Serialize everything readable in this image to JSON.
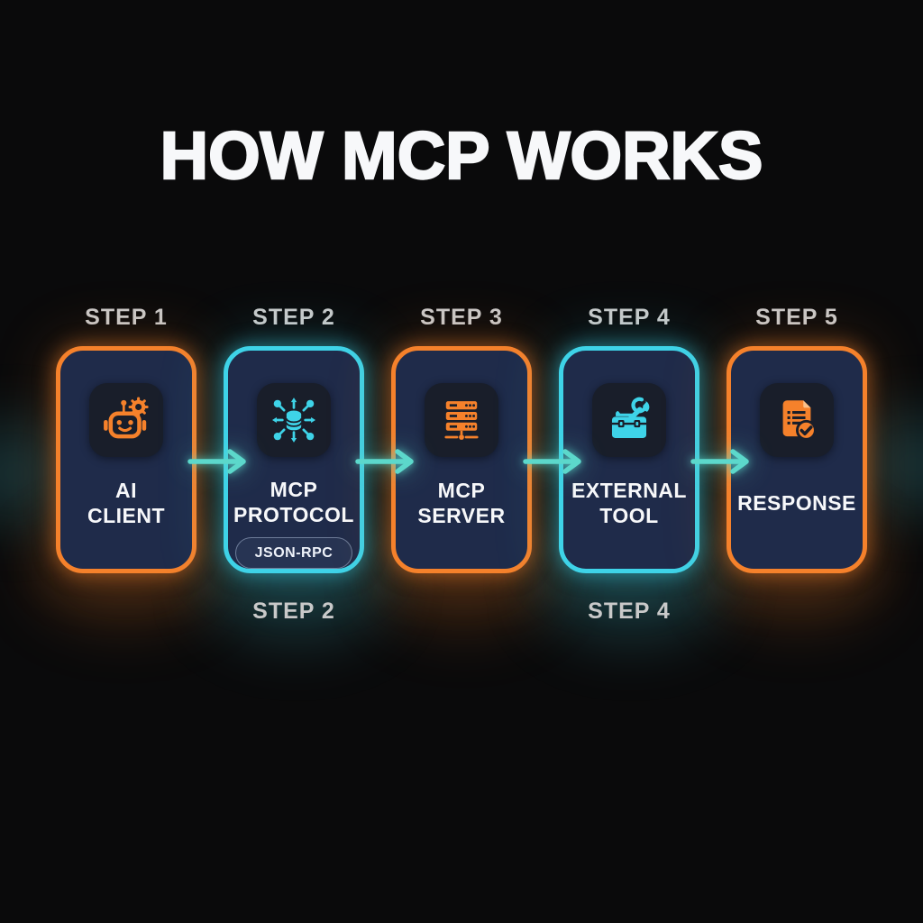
{
  "title": "HOW MCP WORKS",
  "colors": {
    "background": "#0A0A0B",
    "card_background": "#1F2B4A",
    "icon_tile_background": "#191E2A",
    "orange_accent": "#F5812B",
    "cyan_accent": "#3ED3E8",
    "arrow": "#5CD8CB",
    "step_label": "#C9C9C9",
    "text": "#F7F8FA"
  },
  "steps": [
    {
      "top_label": "STEP 1",
      "accent": "orange",
      "icon": "robot-icon",
      "name_line1": "AI",
      "name_line2": "CLIENT"
    },
    {
      "top_label": "STEP 2",
      "accent": "cyan",
      "icon": "network-database-icon",
      "name_line1": "MCP",
      "name_line2": "PROTOCOL",
      "badge": "JSON-RPC",
      "bottom_label": "STEP 2"
    },
    {
      "top_label": "STEP 3",
      "accent": "orange",
      "icon": "server-icon",
      "name_line1": "MCP",
      "name_line2": "SERVER"
    },
    {
      "top_label": "STEP 4",
      "accent": "cyan",
      "icon": "toolbox-icon",
      "name_line1": "EXTERNAL",
      "name_line2": "TOOL",
      "bottom_label": "STEP 4"
    },
    {
      "top_label": "STEP 5",
      "accent": "orange",
      "icon": "document-check-icon",
      "name_line1": "RESPONSE",
      "name_line2": ""
    }
  ],
  "flow": {
    "arrow_count": 4,
    "direction": "left-to-right"
  }
}
